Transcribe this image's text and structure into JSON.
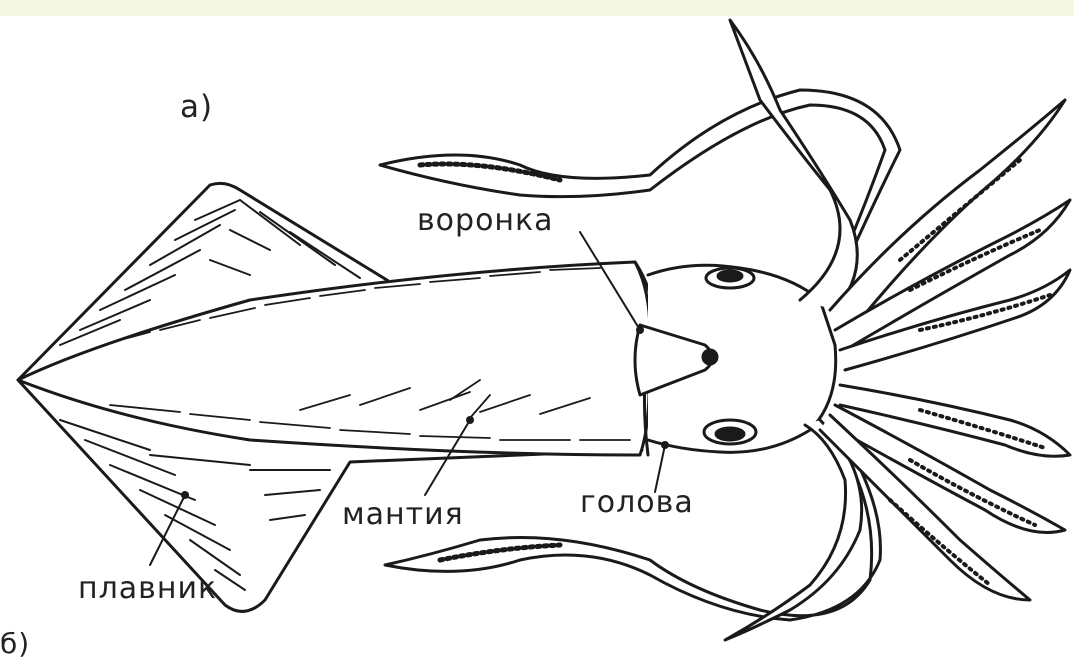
{
  "labels": {
    "panel_a": "а)",
    "funnel": "воронка",
    "head": "голова",
    "mantle": "мантия",
    "fin": "плавник",
    "panel_b": "б)"
  },
  "colors": {
    "ink": "#222222",
    "background": "#ffffff",
    "top_band": "#f5f8e2"
  }
}
